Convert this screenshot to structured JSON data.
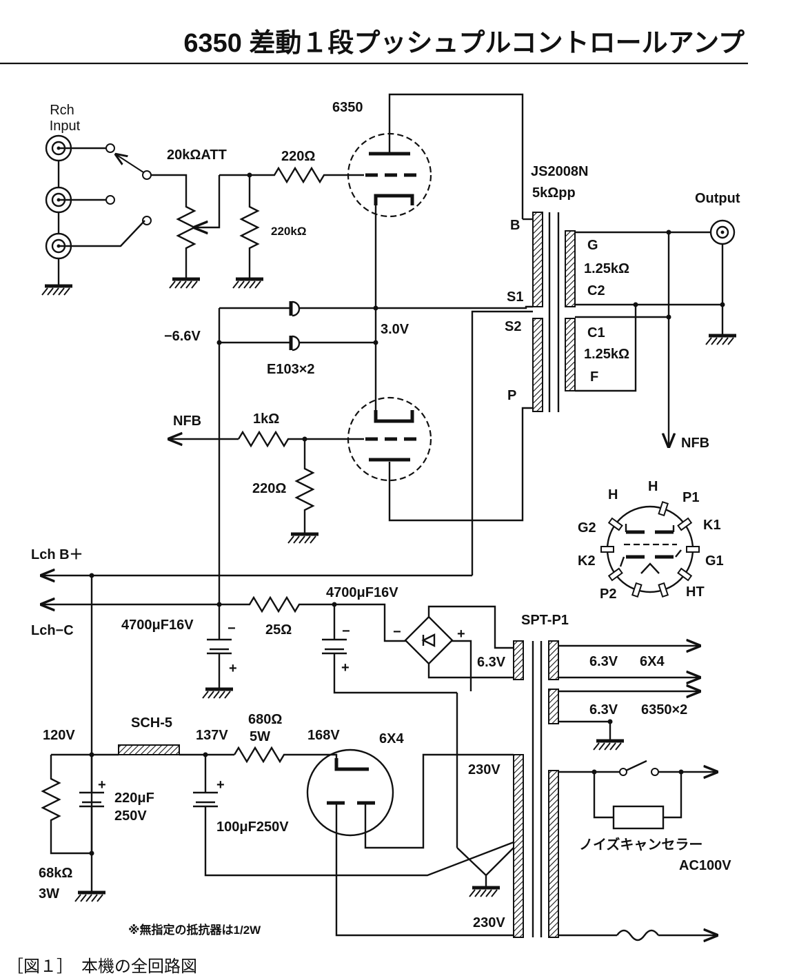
{
  "title": "6350 差動１段プッシュプルコントロールアンプ",
  "caption": "［図１］　本機の全回路図",
  "note": "※無指定の抵抗器は1/2W",
  "labels": {
    "rch_input_1": "Rch",
    "rch_input_2": "Input",
    "tube_main": "6350",
    "att": "20kΩATT",
    "r_grid": "220Ω",
    "r_grid_leak": "220kΩ",
    "ot_name": "JS2008N",
    "ot_imp": "5kΩpp",
    "output": "Output",
    "ot_b": "B",
    "ot_s1": "S1",
    "ot_s2": "S2",
    "ot_p": "P",
    "ot_g": "G",
    "ot_sec1": "1.25kΩ",
    "ot_c2": "C2",
    "ot_c1": "C1",
    "ot_sec2": "1.25kΩ",
    "ot_f": "F",
    "bias": "−6.6V",
    "cathode_v": "3.0V",
    "diode": "E103×2",
    "nfb_in": "NFB",
    "r_nfb": "1kΩ",
    "r_grid2": "220Ω",
    "nfb_out": "NFB",
    "lch_b": "Lch B＋",
    "lch_c": "Lch−C",
    "c_bias1": "4700μF16V",
    "r_25": "25Ω",
    "c_bias2": "4700μF16V",
    "pt_name": "SPT-P1",
    "sec_63": "6.3V",
    "sec_63_out1": "6.3V",
    "sec_63_out1_name": "6X4",
    "sec_63_out2": "6.3V",
    "sec_63_out2_name": "6350×2",
    "v120": "120V",
    "choke": "SCH-5",
    "v137": "137V",
    "r_680_1": "680Ω",
    "r_680_2": "5W",
    "v168": "168V",
    "rect_tube": "6X4",
    "v230a": "230V",
    "v230b": "230V",
    "c220_1": "220μF",
    "c220_2": "250V",
    "c100": "100μF250V",
    "r68k_1": "68kΩ",
    "r68k_2": "3W",
    "noise_canceller": "ノイズキャンセラー",
    "ac100": "AC100V",
    "plus": "+",
    "minus": "−"
  },
  "pinout": {
    "H_top": "H",
    "H_left": "H",
    "P1": "P1",
    "K1": "K1",
    "G1": "G1",
    "HT": "HT",
    "P2": "P2",
    "K2": "K2",
    "G2": "G2"
  }
}
